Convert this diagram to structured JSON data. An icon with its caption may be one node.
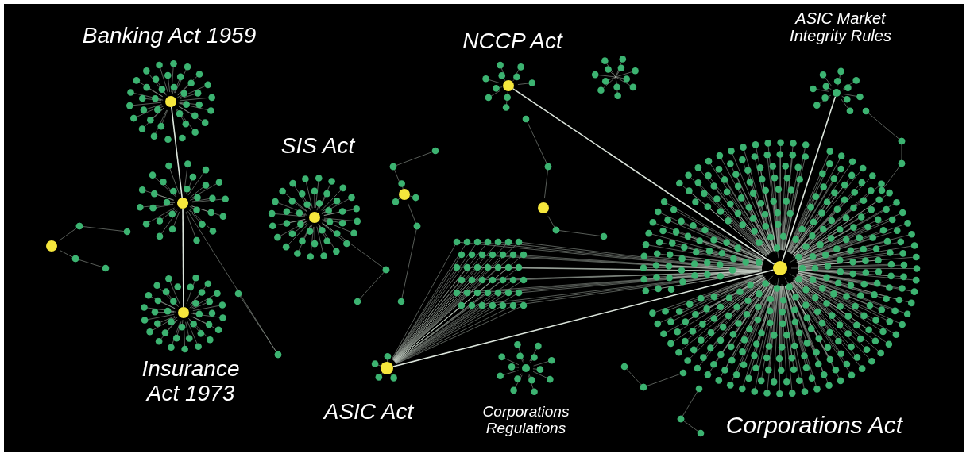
{
  "diagram": {
    "nodes": [
      {
        "text": [],
        "shape": "circle",
        "beside": [
          "NCCP Act"
        ]
      },
      {
        "text": [],
        "shape": "circle",
        "beside": [
          "ASIC Market Integrity Rules"
        ]
      },
      {
        "text": [],
        "shape": "circle",
        "beside": [
          "Banking Act 1959"
        ]
      },
      {
        "text": [],
        "shape": "circle"
      },
      {
        "text": [],
        "shape": "circle"
      },
      {
        "text": [],
        "shape": "circle"
      },
      {
        "text": [],
        "shape": "circle",
        "beside": [
          "SIS Act"
        ]
      },
      {
        "text": [],
        "shape": "circle"
      },
      {
        "text": [],
        "shape": "circle"
      },
      {
        "text": [],
        "shape": "circle",
        "beside": [
          "Insurance Act 1973"
        ]
      },
      {
        "text": [],
        "shape": "circle",
        "beside": [
          "ASIC Act"
        ]
      },
      {
        "text": [],
        "shape": "circle",
        "beside": [
          "Corporations Regulations"
        ]
      }
    ],
    "edges": [
      {
        "from": 2,
        "to": 4,
        "arrow": "none"
      },
      {
        "from": 4,
        "to": 9,
        "arrow": "none"
      },
      {
        "from": 10,
        "to": 8,
        "arrow": "none"
      },
      {
        "from": 0,
        "to": 8,
        "arrow": "none"
      },
      {
        "from": 1,
        "to": 8,
        "arrow": "none"
      }
    ],
    "labels": [
      "Corporations Act"
    ]
  }
}
